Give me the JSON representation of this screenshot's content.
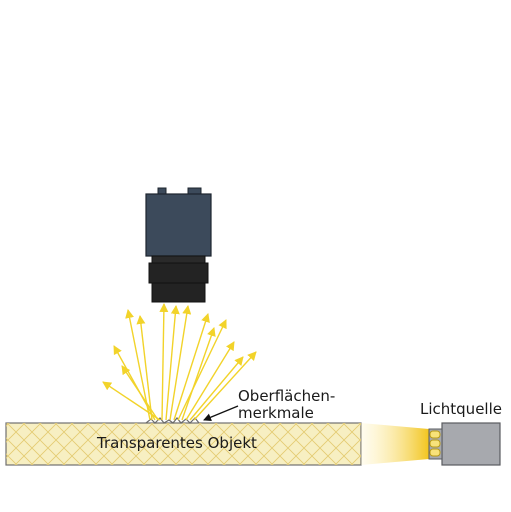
{
  "labels": {
    "surface_features_line1": "Oberflächen-",
    "surface_features_line2": "merkmale",
    "light_source": "Lichtquelle",
    "object": "Transparentes Objekt"
  },
  "colors": {
    "camera_body": "#3c4a5b",
    "camera_lens": "#232323",
    "rays": "#f2d32a",
    "object_fill": "#f7efc2",
    "object_mesh": "#e7d07a",
    "light_housing": "#a7a9ae",
    "light_beam": "#f3cf3a"
  },
  "icons": {
    "camera": "camera-icon",
    "light_source": "light-source-icon"
  }
}
